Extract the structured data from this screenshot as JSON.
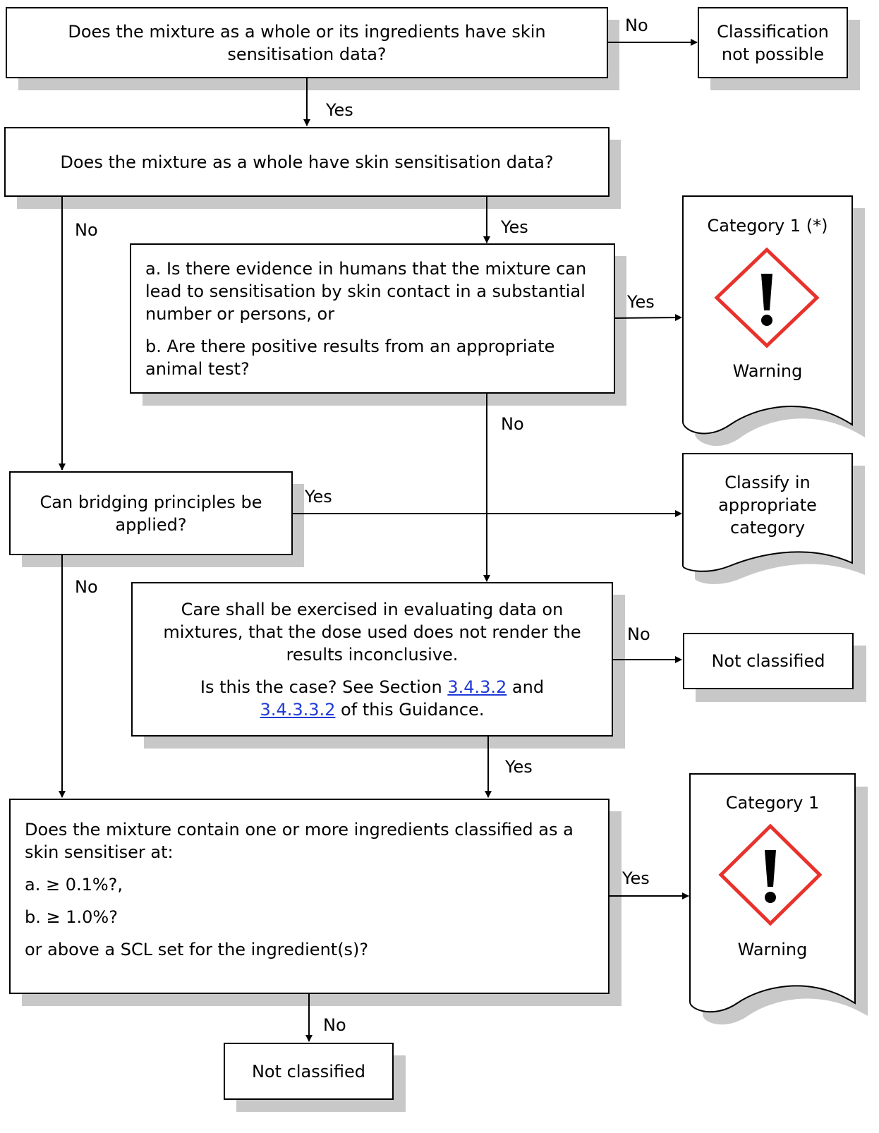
{
  "q1": {
    "text": "Does the mixture as a whole or its ingredients have skin sensitisation data?"
  },
  "result_not_possible": {
    "line1": "Classification",
    "line2": "not possible"
  },
  "q2": {
    "text": "Does the mixture as a whole have skin sensitisation data?"
  },
  "q3": {
    "part_a": "a. Is there evidence in humans that the mixture can lead to sensitisation by skin contact in a substantial number or persons, or",
    "part_b": "b. Are there positive results from an appropriate animal test?"
  },
  "result_cat1_star": {
    "title": "Category 1 (*)",
    "signal": "Warning",
    "pictogram": "exclamation-mark-pictogram"
  },
  "q4": {
    "text": "Can bridging principles be applied?"
  },
  "result_classify": {
    "line1": "Classify in",
    "line2": "appropriate",
    "line3": "category"
  },
  "q5": {
    "para1": "Care shall be exercised in evaluating data on mixtures, that the dose used does not render the results inconclusive.",
    "para2_prefix": "Is this the case? See Section ",
    "link1": "3.4.3.2",
    "para2_mid": " and",
    "link2": "3.4.3.3.2",
    "para2_suffix": " of this Guidance."
  },
  "result_not_classified_1": {
    "text": "Not classified"
  },
  "q6": {
    "intro": "Does the mixture contain one or more ingredients classified as a skin sensitiser at:",
    "item_a": "a. ≥ 0.1%?,",
    "item_b": "b. ≥ 1.0%?",
    "outro": "or above a SCL set for the ingredient(s)?"
  },
  "result_cat1": {
    "title": "Category 1",
    "signal": "Warning",
    "pictogram": "exclamation-mark-pictogram"
  },
  "result_not_classified_2": {
    "text": "Not classified"
  },
  "labels": {
    "q1_no": "No",
    "q1_yes": "Yes",
    "q2_no": "No",
    "q2_yes": "Yes",
    "q3_yes": "Yes",
    "q3_no": "No",
    "q4_yes": "Yes",
    "q4_no": "No",
    "q5_no": "No",
    "q5_yes": "Yes",
    "q6_yes": "Yes",
    "q6_no": "No"
  },
  "colors": {
    "pictogram_border": "#e8322c",
    "link": "#1f3bd6",
    "shadow": "#c8c8c8"
  }
}
